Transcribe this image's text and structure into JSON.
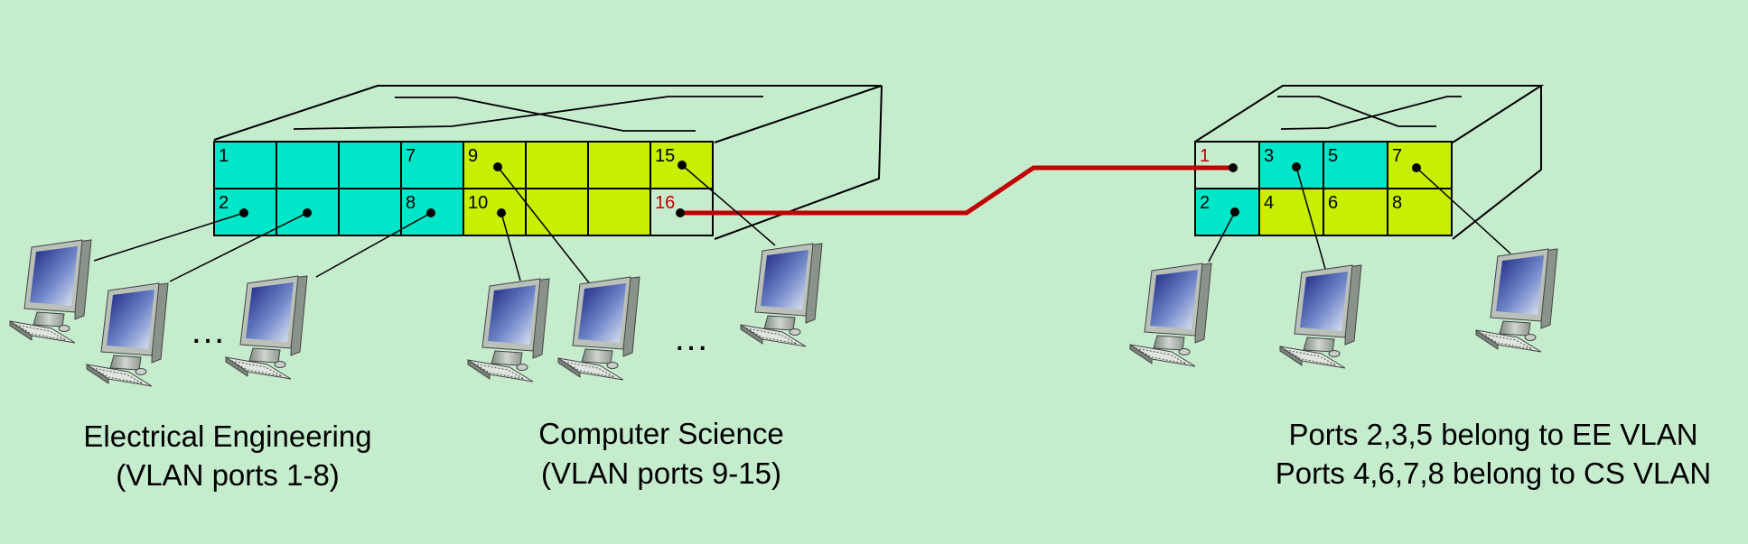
{
  "colors": {
    "background": "#c6ecce",
    "ee_vlan": "#00e6c8",
    "cs_vlan": "#c8ee00",
    "trunk": "#c00000",
    "outline": "#000000"
  },
  "left_switch": {
    "ports_top": [
      "1",
      "",
      "",
      "7",
      "9",
      "",
      "",
      "15"
    ],
    "ports_bottom": [
      "2",
      "",
      "",
      "8",
      "10",
      "",
      "",
      "16"
    ],
    "trunk_port": "16"
  },
  "right_switch": {
    "ports_top": [
      "1",
      "3",
      "5",
      "7"
    ],
    "ports_bottom": [
      "2",
      "4",
      "6",
      "8"
    ],
    "trunk_port": "1"
  },
  "ellipsis": [
    "…",
    "…"
  ],
  "captions": {
    "ee_line1": "Electrical Engineering",
    "ee_line2": "(VLAN ports 1-8)",
    "cs_line1": "Computer Science",
    "cs_line2": "(VLAN ports 9-15)",
    "right_line1": "Ports 2,3,5 belong to EE VLAN",
    "right_line2": "Ports 4,6,7,8 belong to CS VLAN"
  },
  "icons": [
    "computer-icon"
  ]
}
